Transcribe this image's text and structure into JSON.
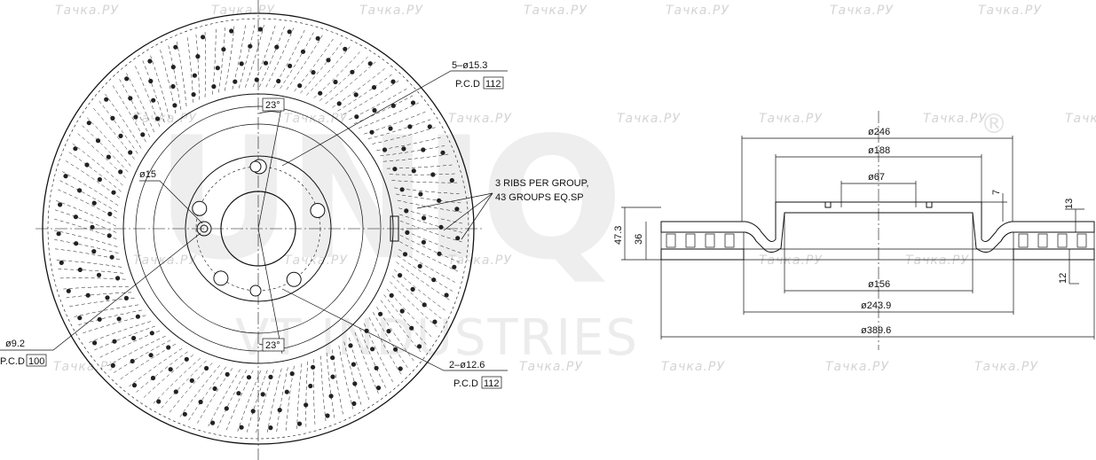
{
  "watermark": {
    "text": "Тачка.РУ",
    "brand_logo": "UNIQ",
    "registered_mark": "®",
    "brand_tagline": "VT INDUSTRIES"
  },
  "front_view": {
    "callouts": {
      "bolt_holes": "5–ø15.3",
      "bolt_pcd_prefix": "P.C.D",
      "bolt_pcd_value": "112",
      "center_hole": "ø15",
      "angle_top": "23°",
      "angle_bottom": "23°",
      "ribs_line1": "3 RIBS PER GROUP,",
      "ribs_line2": "43 GROUPS EQ.SP",
      "small_hole": "ø9.2",
      "small_pcd_prefix": "P.C.D",
      "small_pcd_value": "100",
      "locating_holes": "2–ø12.6",
      "locating_pcd_prefix": "P.C.D",
      "locating_pcd_value": "112"
    }
  },
  "section_view": {
    "dimensions": {
      "d_outer_hat": "ø246",
      "d_hat_top": "ø188",
      "d_bore": "ø67",
      "h_hat_step": "7",
      "h_total": "47.3",
      "h_hat": "36",
      "t_disc": "13",
      "t_plate": "12",
      "d_inner_lower": "ø156",
      "d_friction_inner": "ø243.9",
      "d_outer": "ø389.6"
    }
  }
}
